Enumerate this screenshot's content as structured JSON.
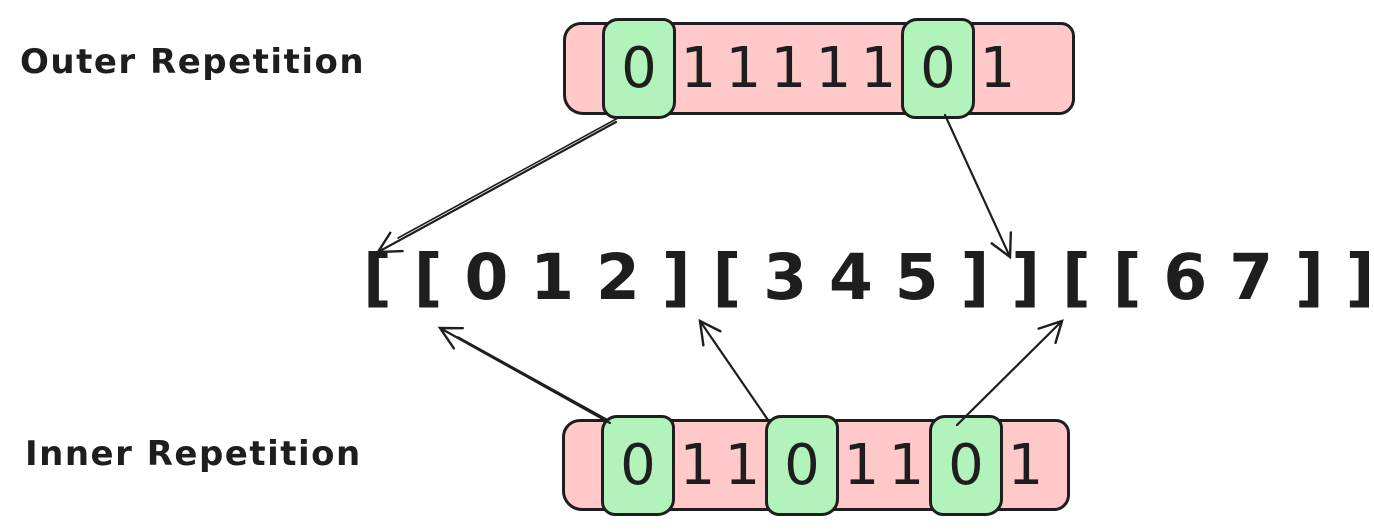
{
  "labels": {
    "outer": "Outer Repetition",
    "inner": "Inner Repetition"
  },
  "outer_array": {
    "digits": [
      "0",
      "1",
      "1",
      "1",
      "1",
      "1",
      "0",
      "1"
    ],
    "highlighted_indices": [
      0,
      6
    ]
  },
  "inner_array": {
    "digits": [
      "0",
      "1",
      "1",
      "0",
      "1",
      "1",
      "0",
      "1"
    ],
    "highlighted_indices": [
      0,
      3,
      6
    ]
  },
  "expression": {
    "text": "[ [ 0 1 2 ] [ 3 4 5 ] ] [ [ 6 7 ] ]"
  },
  "colors": {
    "array_fill": "#ffc9c9",
    "highlight_fill": "#b2f2bb",
    "stroke": "#1e1e1e",
    "background": "#ffffff"
  },
  "arrows": [
    {
      "name": "outer-left-arrow",
      "from": "outer-array-zero-1",
      "to": "expression-outer-open-bracket-1"
    },
    {
      "name": "outer-right-arrow",
      "from": "outer-array-zero-2",
      "to": "expression-outer-open-bracket-2"
    },
    {
      "name": "inner-left-arrow",
      "from": "inner-array-zero-1",
      "to": "expression-inner-open-bracket-1"
    },
    {
      "name": "inner-middle-arrow",
      "from": "inner-array-zero-2",
      "to": "expression-inner-open-bracket-2"
    },
    {
      "name": "inner-right-arrow",
      "from": "inner-array-zero-3",
      "to": "expression-inner-open-bracket-3"
    }
  ]
}
